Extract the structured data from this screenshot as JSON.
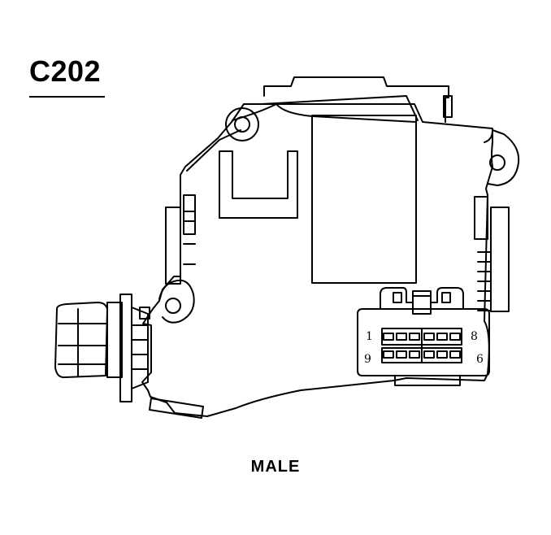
{
  "connector": {
    "id": "C202",
    "gender_label": "MALE",
    "pins": {
      "top_left": "1",
      "top_right": "8",
      "bottom_left": "9",
      "bottom_right": "6"
    }
  },
  "colors": {
    "line": "#000000",
    "background": "#ffffff"
  }
}
